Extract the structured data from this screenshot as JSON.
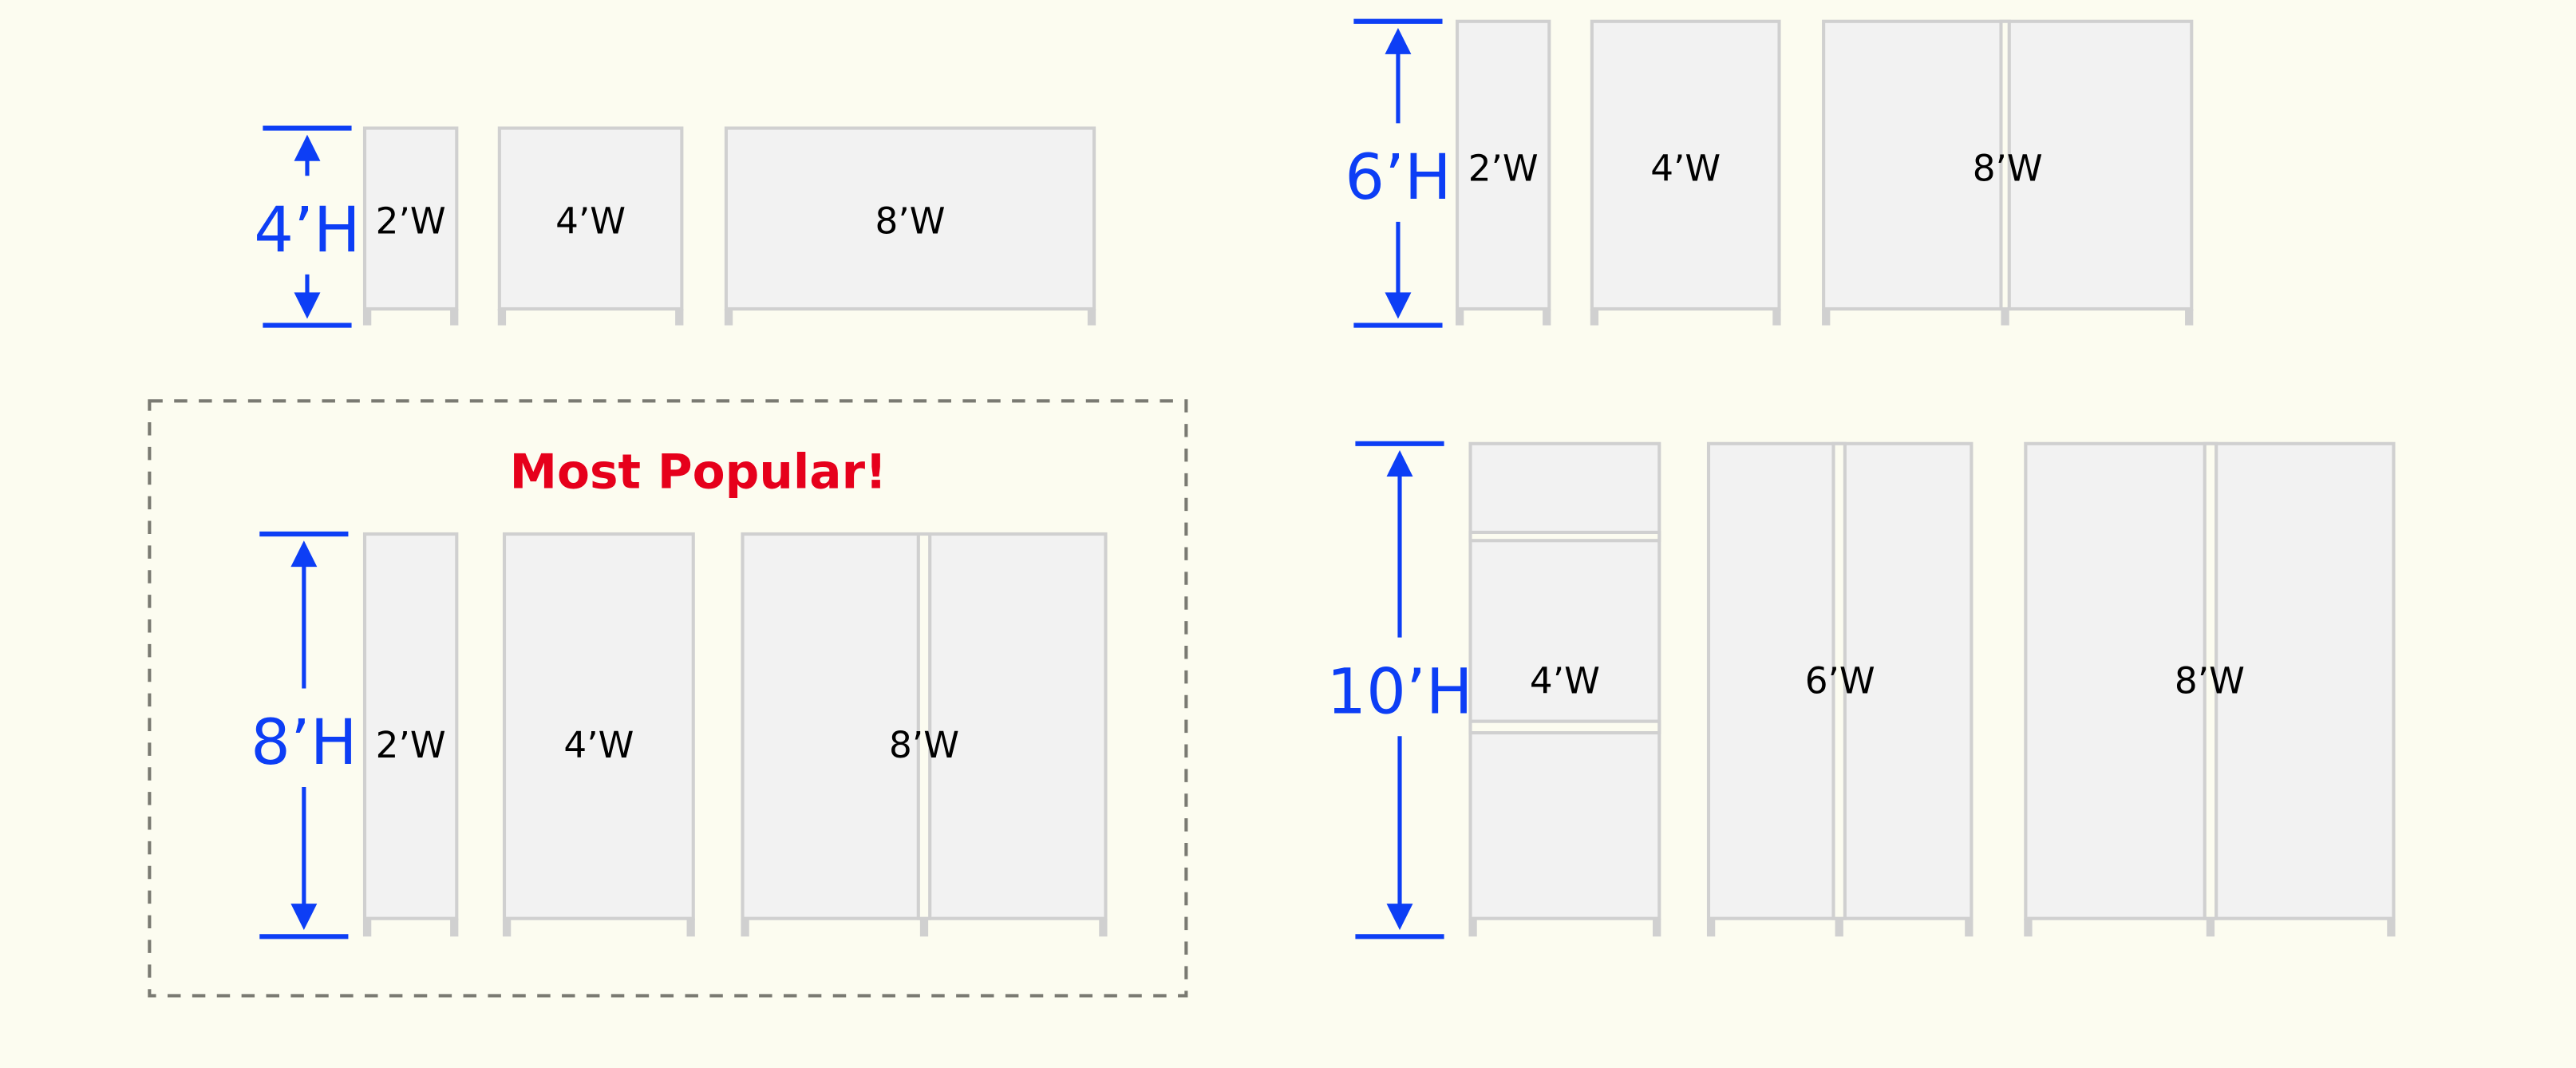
{
  "colors": {
    "background": "#fcfcf0",
    "dimension": "#0d3ef5",
    "title": "#e6001b",
    "cabinet_fill": "#f2f2f2",
    "cabinet_stroke": "#d0d0d0",
    "dash": "#7a7a72"
  },
  "popular_title": "Most Popular!",
  "groups": [
    {
      "height_label": "4’H",
      "cabinets": [
        {
          "width_label": "2’W"
        },
        {
          "width_label": "4’W"
        },
        {
          "width_label": "8’W"
        }
      ]
    },
    {
      "height_label": "6’H",
      "cabinets": [
        {
          "width_label": "2’W"
        },
        {
          "width_label": "4’W"
        },
        {
          "width_label": "8’W"
        }
      ]
    },
    {
      "height_label": "8’H",
      "cabinets": [
        {
          "width_label": "2’W"
        },
        {
          "width_label": "4’W"
        },
        {
          "width_label": "8’W"
        }
      ]
    },
    {
      "height_label": "10’H",
      "cabinets": [
        {
          "width_label": "4’W"
        },
        {
          "width_label": "6’W"
        },
        {
          "width_label": "8’W"
        }
      ]
    }
  ]
}
